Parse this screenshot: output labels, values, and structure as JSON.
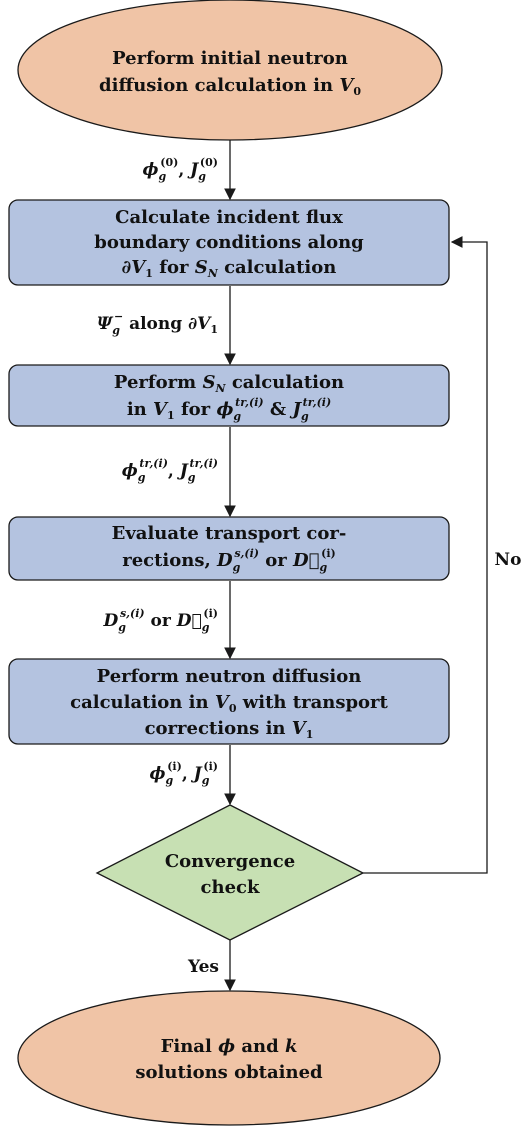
{
  "diagram": {
    "colors": {
      "terminal_fill": "#F0C4A6",
      "process_fill": "#B4C3E0",
      "decision_fill": "#C7E0B3",
      "stroke": "#1a1a1a"
    },
    "nodes": {
      "start": {
        "line1": "Perform initial neutron",
        "line2": "diffusion calculation in",
        "var": "V",
        "sub": "0"
      },
      "bc": {
        "line1": "Calculate  incident  flux",
        "line2": "boundary  conditions  along",
        "line3_var": "∂V",
        "line3_sub": "1",
        "line3_mid": "for",
        "line3_var2": "S",
        "line3_sub2": "N",
        "line3_end": "calculation"
      },
      "sn": {
        "line1_a": "Perform",
        "line1_var": "S",
        "line1_sub": "N",
        "line1_b": "calculation",
        "line2_a": "in",
        "line2_var": "V",
        "line2_sub": "1",
        "line2_for": "for",
        "phi": "ϕ",
        "g": "g",
        "tr_sup": "tr,(i)",
        "amp": "&",
        "J": "J"
      },
      "corr": {
        "line1": "Evaluate  transport  cor-",
        "line2_a": "rections,",
        "D": "D",
        "g": "g",
        "s_sup": "s,(i)",
        "or": "or",
        "Dvec": "D⃗",
        "i_sup": "(i)"
      },
      "diff": {
        "line1": "Perform  neutron  diffusion",
        "line2_a": "calculation in",
        "line2_var": "V",
        "line2_sub": "0",
        "line2_b": "with transport",
        "line3_a": "corrections   in",
        "line3_var": "V",
        "line3_sub": "1"
      },
      "conv": {
        "line1": "Convergence",
        "line2": "check"
      },
      "final": {
        "line1_a": "Final",
        "phi": "ϕ",
        "and": "and",
        "k": "k",
        "line2": "solutions obtained"
      }
    },
    "edges": {
      "e1": {
        "phi": "ϕ",
        "g": "g",
        "sup": "(0)",
        "J": "J",
        "comma": ","
      },
      "e2": {
        "Psi": "Ψ",
        "g": "g",
        "sup": "−",
        "along": "along",
        "dV": "∂V",
        "sub": "1"
      },
      "e3": {
        "phi": "ϕ",
        "g": "g",
        "sup": "tr,(i)",
        "J": "J",
        "comma": ","
      },
      "e4": {
        "D": "D",
        "g": "g",
        "s_sup": "s,(i)",
        "or": "or",
        "Dvec": "D⃗",
        "i_sup": "(i)"
      },
      "e5": {
        "phi": "ϕ",
        "g": "g",
        "sup": "(i)",
        "J": "J",
        "comma": ","
      },
      "yes": "Yes",
      "no": "No"
    }
  }
}
